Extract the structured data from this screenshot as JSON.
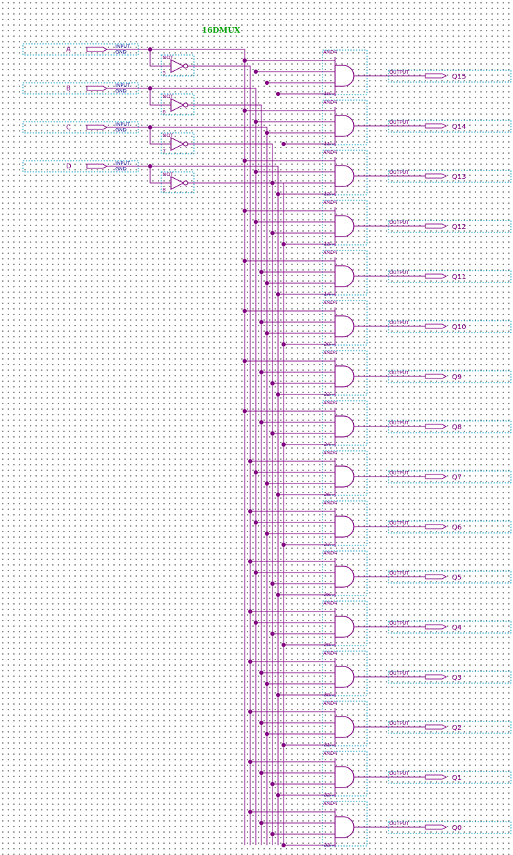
{
  "title": "16DMUX",
  "inputs": [
    {
      "name": "A",
      "type_label": "INPUT",
      "default_label": "GND"
    },
    {
      "name": "B",
      "type_label": "INPUT",
      "default_label": "GND"
    },
    {
      "name": "C",
      "type_label": "INPUT",
      "default_label": "GND"
    },
    {
      "name": "D",
      "type_label": "INPUT",
      "default_label": "GND"
    }
  ],
  "inverters": [
    {
      "type_label": "NOT",
      "number": "5"
    },
    {
      "type_label": "NOT",
      "number": "6"
    },
    {
      "type_label": "NOT",
      "number": "7"
    },
    {
      "type_label": "NOT",
      "number": "8"
    }
  ],
  "and_gates": [
    {
      "type_label": "AND4",
      "number": "10",
      "output_label": "OUTPUT",
      "output": "Q15",
      "taps": [
        "A",
        "B",
        "C",
        "D"
      ]
    },
    {
      "type_label": "AND4",
      "number": "11",
      "output_label": "OUTPUT",
      "output": "Q14",
      "taps": [
        "A",
        "B",
        "C",
        "D'"
      ]
    },
    {
      "type_label": "AND4",
      "number": "12",
      "output_label": "OUTPUT",
      "output": "Q13",
      "taps": [
        "A",
        "B",
        "C'",
        "D"
      ]
    },
    {
      "type_label": "AND4",
      "number": "13",
      "output_label": "OUTPUT",
      "output": "Q12",
      "taps": [
        "A",
        "B",
        "C'",
        "D'"
      ]
    },
    {
      "type_label": "AND4",
      "number": "14",
      "output_label": "OUTPUT",
      "output": "Q11",
      "taps": [
        "A",
        "B'",
        "C",
        "D"
      ]
    },
    {
      "type_label": "AND4",
      "number": "20",
      "output_label": "OUTPUT",
      "output": "Q10",
      "taps": [
        "A",
        "B'",
        "C",
        "D'"
      ]
    },
    {
      "type_label": "AND4",
      "number": "22",
      "output_label": "OUTPUT",
      "output": "Q9",
      "taps": [
        "A",
        "B'",
        "C'",
        "D"
      ]
    },
    {
      "type_label": "AND4",
      "number": "24",
      "output_label": "OUTPUT",
      "output": "Q8",
      "taps": [
        "A",
        "B'",
        "C'",
        "D'"
      ]
    },
    {
      "type_label": "AND4",
      "number": "26",
      "output_label": "OUTPUT",
      "output": "Q7",
      "taps": [
        "A'",
        "B",
        "C",
        "D"
      ]
    },
    {
      "type_label": "AND4",
      "number": "27",
      "output_label": "OUTPUT",
      "output": "Q6",
      "taps": [
        "A'",
        "B",
        "C",
        "D'"
      ]
    },
    {
      "type_label": "AND4",
      "number": "28",
      "output_label": "OUTPUT",
      "output": "Q5",
      "taps": [
        "A'",
        "B",
        "C'",
        "D"
      ]
    },
    {
      "type_label": "AND4",
      "number": "29",
      "output_label": "OUTPUT",
      "output": "Q4",
      "taps": [
        "A'",
        "B",
        "C'",
        "D'"
      ]
    },
    {
      "type_label": "AND4",
      "number": "30",
      "output_label": "OUTPUT",
      "output": "Q3",
      "taps": [
        "A'",
        "B'",
        "C",
        "D"
      ]
    },
    {
      "type_label": "AND4",
      "number": "31",
      "output_label": "OUTPUT",
      "output": "Q2",
      "taps": [
        "A'",
        "B'",
        "C",
        "D'"
      ]
    },
    {
      "type_label": "AND4",
      "number": "32",
      "output_label": "OUTPUT",
      "output": "Q1",
      "taps": [
        "A'",
        "B'",
        "C'",
        "D"
      ]
    },
    {
      "type_label": "AND4",
      "number": "33",
      "output_label": "OUTPUT",
      "output": "Q0",
      "taps": [
        "A'",
        "B'",
        "C'",
        "D'"
      ]
    }
  ],
  "colors": {
    "wire": "#800080",
    "title": "#00a000",
    "box": "#0aa0c8",
    "input_label": "#1a1a9a"
  }
}
